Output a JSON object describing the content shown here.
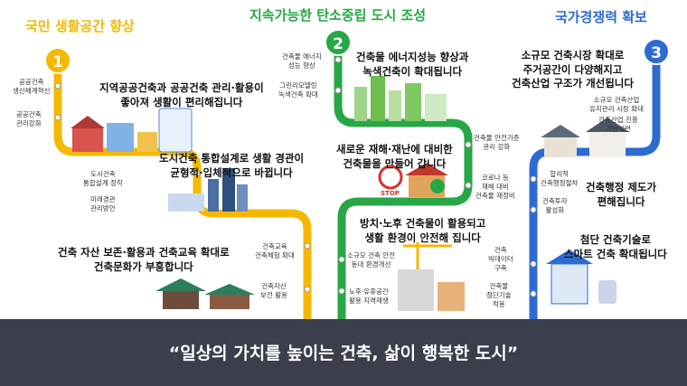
{
  "titles": {
    "col1": "국민 생활공간 향상",
    "col2": "지속가능한 탄소중립 도시 조성",
    "col3": "국가경쟁력 확보"
  },
  "numbers": [
    "1",
    "2",
    "3"
  ],
  "colors": {
    "yellow": "#f5b800",
    "green": "#27a745",
    "blue": "#2e6bd1",
    "footer": "#3a3f4b"
  },
  "col1": {
    "h1": [
      "지역공공건축과 공공건축 관리·활용이",
      "좋아져 생활이 편리해집니다"
    ],
    "h2": [
      "도시건축 통합설계로 생활 경관이",
      "균형적·입체적으로 바뀝니다"
    ],
    "h3": [
      "건축 자산 보존·활용과 건축교육 확대로",
      "건축문화가 부흥합니다"
    ],
    "s1": [
      "공공건축",
      "생산체계혁신"
    ],
    "s2": [
      "공공건축",
      "관리강화"
    ],
    "s3": [
      "도시건축",
      "통합설계 정착"
    ],
    "s4": [
      "미래경관",
      "관리방안"
    ],
    "s5": [
      "건축교육",
      "건축체험 확대"
    ],
    "s6": [
      "건축자산",
      "보전 활용"
    ]
  },
  "col2": {
    "h1": [
      "건축물 에너지성능 향상과",
      "녹색건축이 확대됩니다"
    ],
    "h2": [
      "새로운 재해·재난에 대비한",
      "건축물을 만들어 갑니다"
    ],
    "h3": [
      "방치·노후 건축물이 활용되고",
      "생활 환경이 안전해 집니다"
    ],
    "s1": [
      "건축물 에너지",
      "성능 향상"
    ],
    "s2": [
      "그린리모델링",
      "녹색건축 확대"
    ],
    "s3": [
      "건축물 안전기준",
      "관리 강화"
    ],
    "s4": [
      "코로나 등",
      "재해 대비",
      "건축물 재정비"
    ],
    "s5": [
      "소규모 건축 안전",
      "동내 환경개선"
    ],
    "s6": [
      "노후·유휴공간",
      "활용 지역재생"
    ],
    "stop": "STOP"
  },
  "col3": {
    "h1": [
      "소규모 건축시장 확대로",
      "주거공간이 다양해지고",
      "건축산업 구조가 개선됩니다"
    ],
    "h2": [
      "건축행정 제도가",
      "편해집니다"
    ],
    "h3": [
      "첨단 건축기술로",
      "스마트 건축 확대됩니다"
    ],
    "s1": [
      "소규모 건축산업",
      "유지관리 시장 확대"
    ],
    "s2": [
      "건축산업 진흥",
      "기반마련"
    ],
    "s3": [
      "합리적",
      "건축행정절차"
    ],
    "s4": [
      "건축투자",
      "활성화"
    ],
    "s5": [
      "건축",
      "빅데이터",
      "구축"
    ],
    "s6": [
      "건축물",
      "첨단기술",
      "적용"
    ]
  },
  "slogan": "“일상의 가치를 높이는 건축, 삶이 행복한 도시”"
}
